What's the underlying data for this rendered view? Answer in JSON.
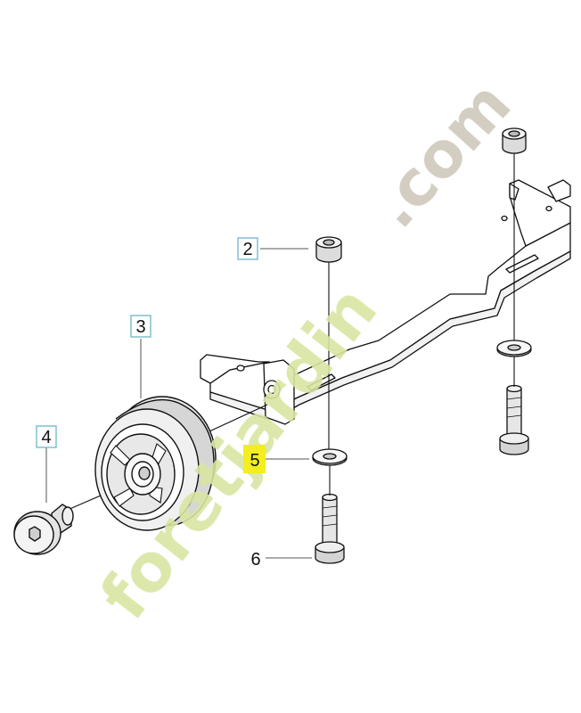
{
  "callouts": [
    {
      "number": "2",
      "highlighted": false
    },
    {
      "number": "3",
      "highlighted": false
    },
    {
      "number": "4",
      "highlighted": false
    },
    {
      "number": "5",
      "highlighted": true
    },
    {
      "number": "6",
      "highlighted": false
    }
  ],
  "watermark": {
    "part1": "foretjardin",
    "part2": ".com"
  },
  "colors": {
    "line": "#111111",
    "leader": "#555555",
    "callout_border": "#6bb6c7",
    "highlight": "#f2ee1f",
    "watermark_green": "#d8e6a2",
    "watermark_grey": "#cfc8bb",
    "part_shade": "#cfcfcf",
    "tire_shade": "#e3e3e3"
  }
}
